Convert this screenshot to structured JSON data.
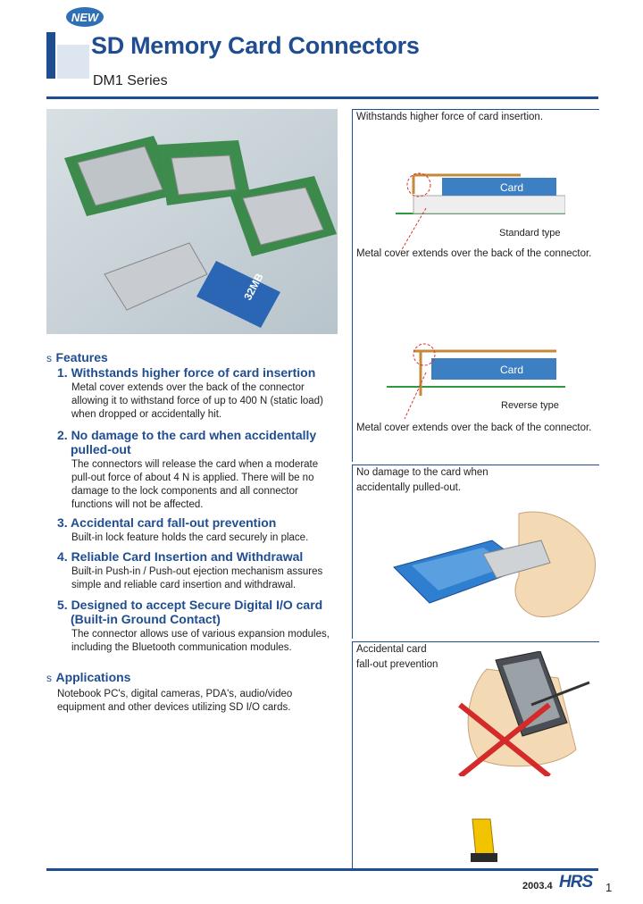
{
  "header": {
    "badge": "NEW",
    "title": "SD Memory Card Connectors",
    "series": "DM1 Series"
  },
  "features": {
    "heading": "Features",
    "items": [
      {
        "title_line1": "1. Withstands higher force of card insertion",
        "title_line2": "",
        "body": [
          "Metal cover extends over the back of the connector",
          "allowing it to withstand force of up to 400 N (static load)",
          "when dropped or accidentally hit."
        ]
      },
      {
        "title_line1": "2. No damage to the card when accidentally",
        "title_line2": "pulled-out",
        "body": [
          "The connectors will release the card when a moderate",
          "pull-out force of about 4 N is applied. There will be no",
          "damage to the lock components and all connector",
          "functions will not be affected."
        ]
      },
      {
        "title_line1": "3. Accidental card fall-out prevention",
        "title_line2": "",
        "body": [
          "Built-in lock feature holds the card securely in place."
        ]
      },
      {
        "title_line1": "4. Reliable Card Insertion and Withdrawal",
        "title_line2": "",
        "body": [
          "Built-in Push-in / Push-out ejection mechanism assures",
          "simple and reliable card insertion and withdrawal."
        ]
      },
      {
        "title_line1": "5. Designed to accept Secure Digital I/O card",
        "title_line2": "(Built-in Ground Contact)",
        "body": [
          "The connector allows use of various expansion modules,",
          "including the Bluetooth communication modules."
        ]
      }
    ]
  },
  "applications": {
    "heading": "Applications",
    "body": [
      "Notebook PC's, digital cameras, PDA's, audio/video",
      "equipment and other devices utilizing SD I/O cards."
    ]
  },
  "panels": {
    "p1_caption": "Withstands higher force of card insertion.",
    "card_label": "Card",
    "standard_type": "Standard type",
    "reverse_type": "Reverse type",
    "metal_cover": "Metal cover extends over the back of the connector.",
    "p2_caption_1": "No damage to the card when",
    "p2_caption_2": "accidentally pulled-out.",
    "p3_caption_1": "Accidental card",
    "p3_caption_2": "fall-out prevention"
  },
  "photo": {
    "card_text": "32MB"
  },
  "footer": {
    "date": "2003.4",
    "logo": "HRS",
    "page": "1"
  },
  "colors": {
    "brand": "#1f4d8f",
    "accent": "#2f6fb5",
    "cross": "#d42a2a"
  }
}
